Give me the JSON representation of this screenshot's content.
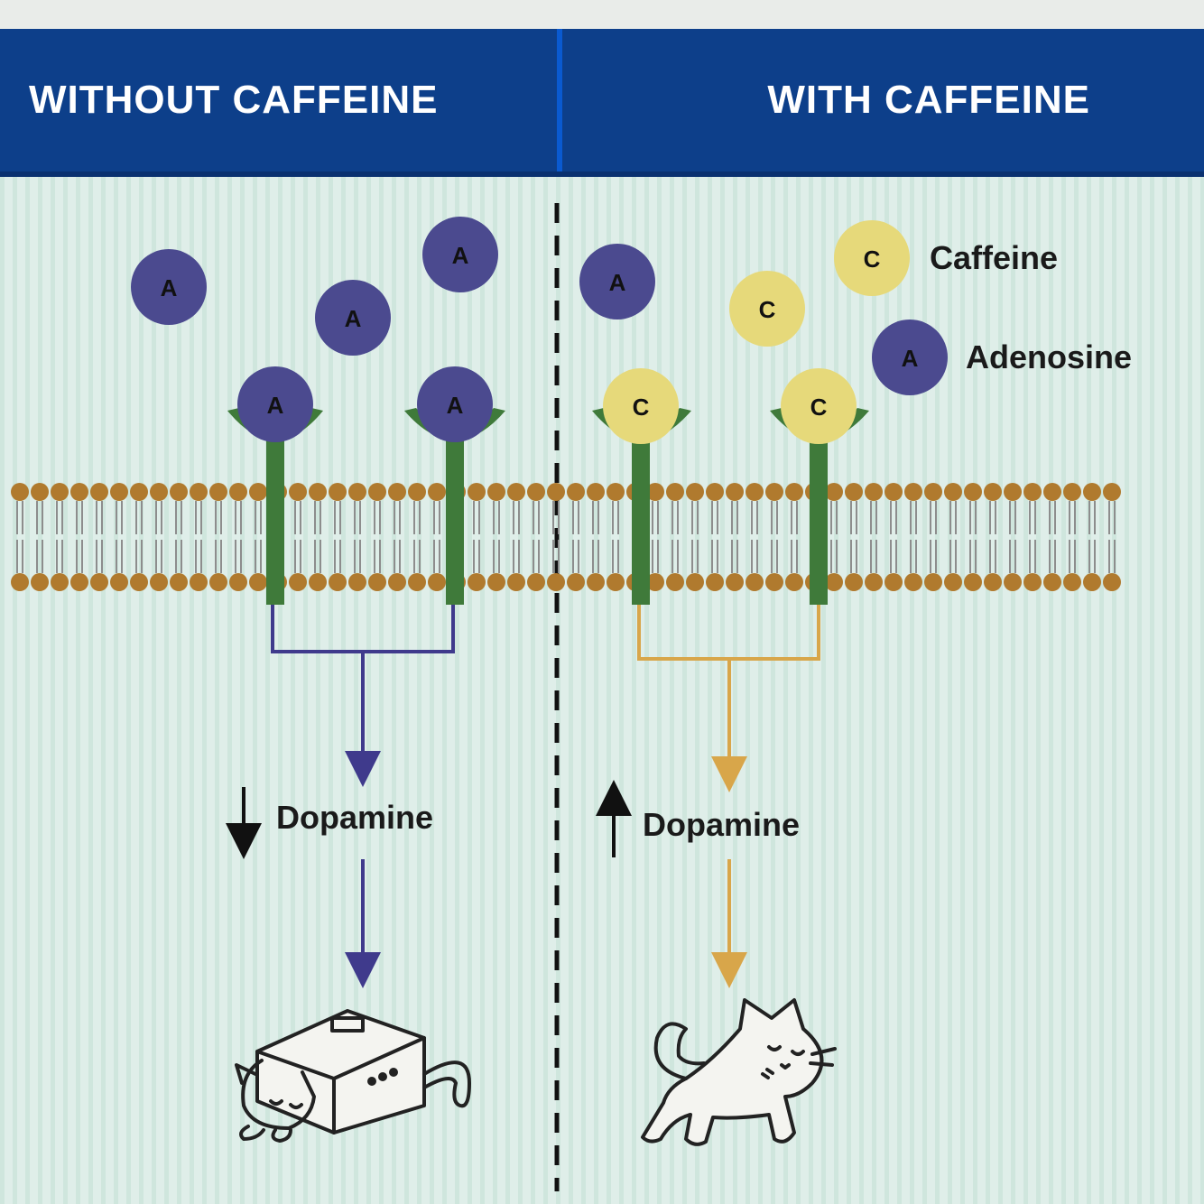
{
  "header": {
    "left_title": "WITHOUT CAFFEINE",
    "right_title": "WITH CAFFEINE"
  },
  "molecule_letters": {
    "adenosine": "A",
    "caffeine": "C"
  },
  "legend": {
    "caffeine_label": "Caffeine",
    "adenosine_label": "Adenosine"
  },
  "effects": {
    "left_label": "Dopamine",
    "left_direction": "decrease",
    "right_label": "Dopamine",
    "right_direction": "increase"
  },
  "colors": {
    "header_bg": "#0d3f8a",
    "adenosine": "#4b4a8f",
    "caffeine": "#e6d97a",
    "receptor": "#3f7a3a",
    "membrane_head": "#b07a2e",
    "left_pathway": "#3f3a8c",
    "right_pathway": "#d8a64a",
    "background": "#dfeee9"
  }
}
